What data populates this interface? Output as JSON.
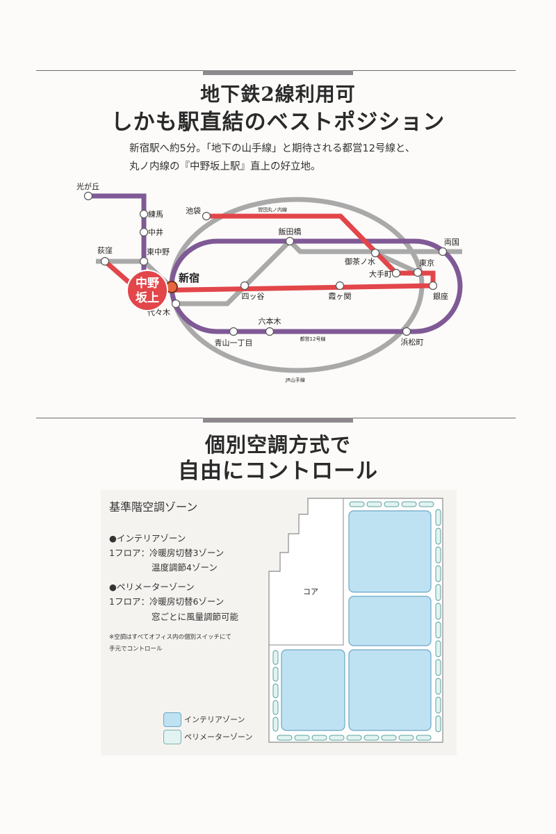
{
  "section1": {
    "title_line1": "地下鉄2線利用可",
    "title_line2": "しかも駅直結のベストポジション",
    "desc_line1": "新宿駅へ約5分。「地下の山手線」と期待される都営12号線と、",
    "desc_line2": "丸ノ内線の『中野坂上駅』直上の好立地。"
  },
  "map": {
    "highlight_station_line1": "中野",
    "highlight_station_line2": "坂上",
    "stations": {
      "hikarigaoka": "光が丘",
      "nerima": "練馬",
      "nakai": "中井",
      "higashinakano": "東中野",
      "ogikubo": "荻窪",
      "shinjuku": "新宿",
      "yoyogi": "代々木",
      "ikebukuro": "池袋",
      "iidabashi": "飯田橋",
      "ochanomizu": "御茶ノ水",
      "ryogoku": "両国",
      "tokyo": "東京",
      "otemachi": "大手町",
      "ginza": "銀座",
      "yotsuya": "四ッ谷",
      "kasumigaseki": "霞ヶ関",
      "roppongi": "六本木",
      "aoyama": "青山一丁目",
      "hamamatsucho": "浜松町"
    },
    "line_labels": {
      "marunouchi": "営団丸ノ内線",
      "toei12": "都営12号線",
      "yamanote": "JR山手線"
    },
    "colors": {
      "marunouchi": "#e2464a",
      "toei12": "#7f5a96",
      "jr": "#a9a9a9",
      "shinjuku_dot": "#e4683f"
    }
  },
  "section2": {
    "title_line1": "個別空調方式で",
    "title_line2": "自由にコントロール"
  },
  "hvac": {
    "heading": "基準階空調ゾーン",
    "interior_heading": "●インテリアゾーン",
    "interior_line1": "1フロア：冷暖房切替3ゾーン",
    "interior_line2": "温度調節4ゾーン",
    "perimeter_heading": "●ペリメーターゾーン",
    "perimeter_line1": "1フロア：冷暖房切替6ゾーン",
    "perimeter_line2": "窓ごとに風量調節可能",
    "note_line1": "※空調はすべてオフィス内の個別スイッチにて",
    "note_line2": "手元でコントロール",
    "core_label": "コア",
    "legend_interior": "インテリアゾーン",
    "legend_perimeter": "ペリメーターゾーン",
    "colors": {
      "interior": "#bfe2f3",
      "perimeter": "#e2f3f1"
    }
  }
}
